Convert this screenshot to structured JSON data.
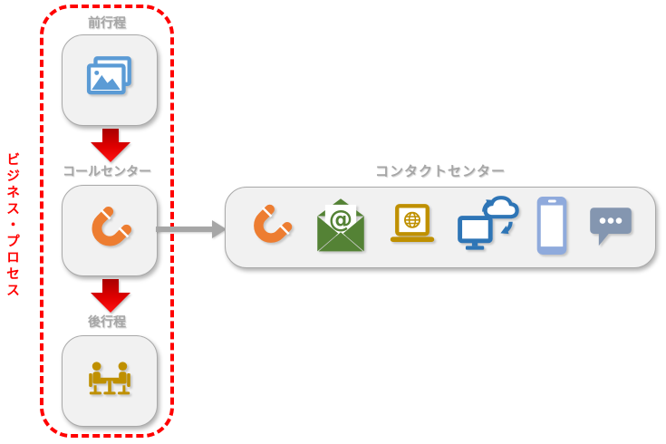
{
  "diagram": {
    "vertical_label": "ビジネス・プロセス",
    "process": {
      "steps": [
        {
          "label": "前行程",
          "icon": "images-icon"
        },
        {
          "label": "コールセンター",
          "icon": "phone-icon"
        },
        {
          "label": "後行程",
          "icon": "meeting-icon"
        }
      ]
    },
    "contact_center": {
      "title": "コンタクトセンター",
      "channels": [
        {
          "icon": "phone-icon"
        },
        {
          "icon": "email-at-icon"
        },
        {
          "icon": "laptop-globe-icon"
        },
        {
          "icon": "cloud-sync-icon"
        },
        {
          "icon": "smartphone-icon"
        },
        {
          "icon": "chat-bubble-icon"
        }
      ]
    },
    "colors": {
      "frame_red": "#ff0000",
      "arrow_red_dark": "#b00000",
      "arrow_red_bright": "#ff1414",
      "label_gray": "#a6a6a6",
      "box_fill": "#f1f1f1",
      "box_border": "#a9a9a9",
      "phone_orange": "#ed7d31",
      "images_blue": "#5b9bd5",
      "meeting_gold": "#bf9000",
      "email_green": "#548235",
      "laptop_gold": "#bf9000",
      "cloud_blue": "#2e75b6",
      "smartphone_blue": "#8faadc",
      "chat_grayblue": "#8496b0",
      "gray_arrow": "#a6a6a6"
    }
  }
}
